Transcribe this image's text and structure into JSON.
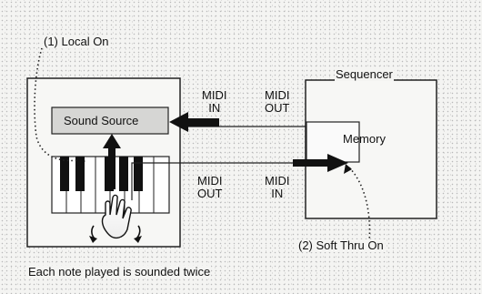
{
  "labels": {
    "local_on": "(1) Local On",
    "sequencer": "Sequencer",
    "sound_source": "Sound Source",
    "memory": "Memory",
    "soft_thru_on": "(2) Soft Thru On",
    "caption": "Each note played is sounded twice"
  },
  "ports": {
    "kb_midi_in": [
      "MIDI",
      "IN"
    ],
    "seq_midi_out": [
      "MIDI",
      "OUT"
    ],
    "kb_midi_out": [
      "MIDI",
      "OUT"
    ],
    "seq_midi_in": [
      "MIDI",
      "IN"
    ]
  }
}
